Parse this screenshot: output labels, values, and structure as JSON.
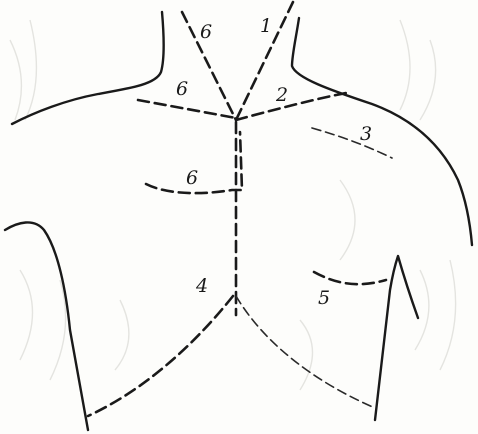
{
  "labels": {
    "neck_left_upper": "6",
    "neck_right_upper": "1",
    "clavicle_left": "6",
    "clavicle_right": "2",
    "shoulder_right": "3",
    "chest_left": "6",
    "sternum_lower": "4",
    "rib_right": "5"
  }
}
